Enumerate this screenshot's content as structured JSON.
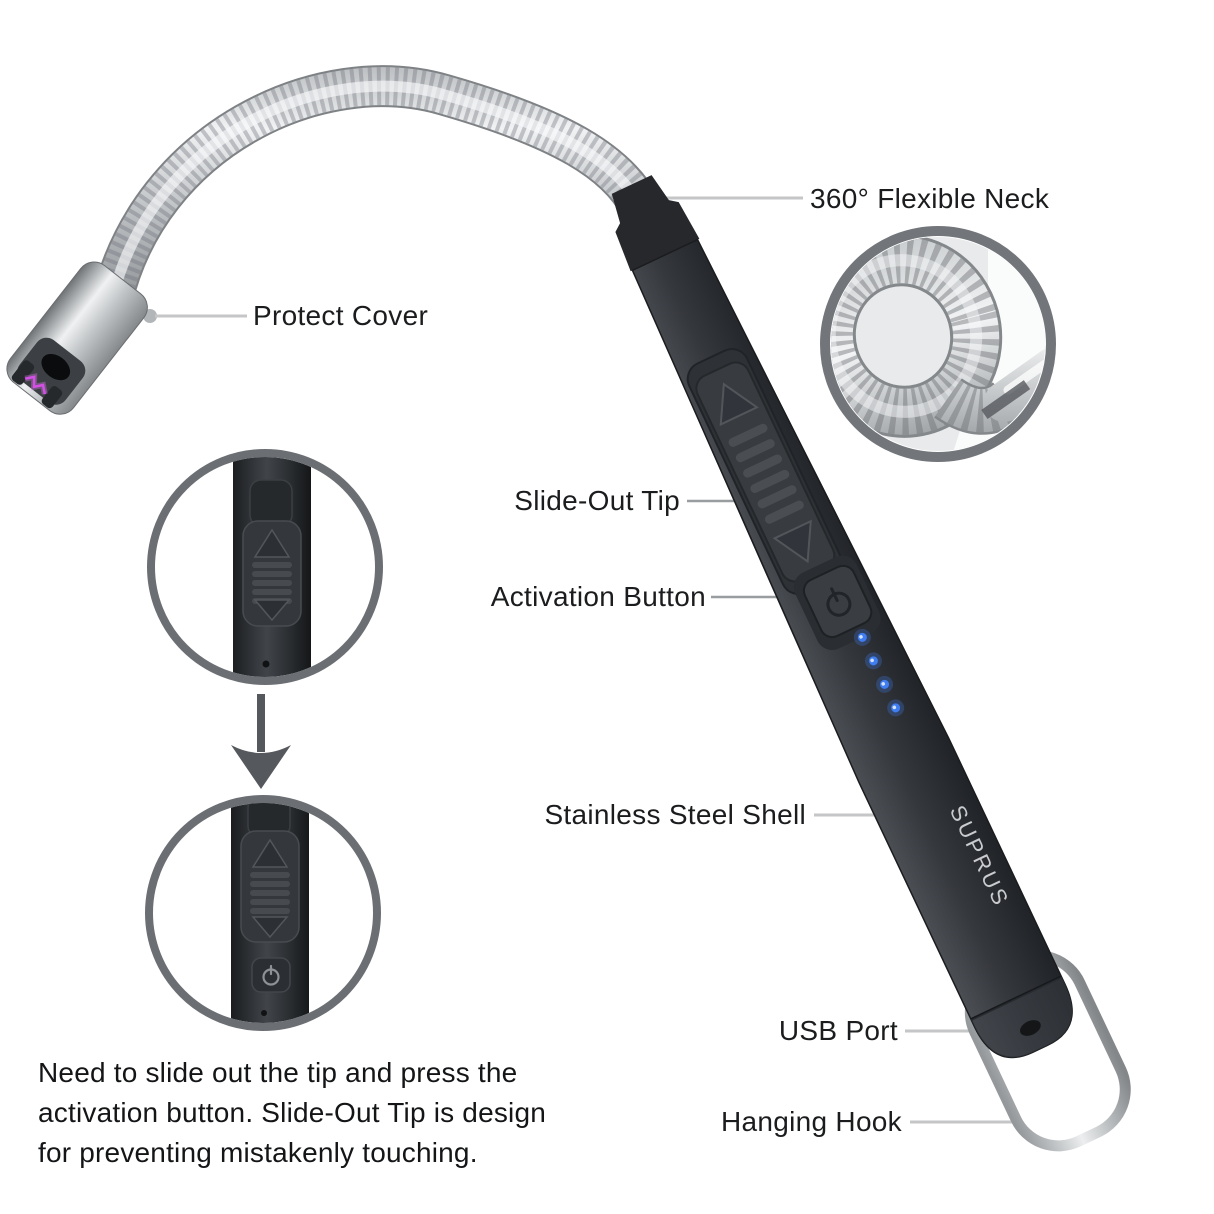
{
  "product": {
    "brand": "SUPRUS"
  },
  "annotations": {
    "flexible_neck": "360° Flexible Neck",
    "protect_cover": "Protect Cover",
    "slide_out_tip": "Slide-Out Tip",
    "activation_button": "Activation Button",
    "stainless_steel_shell": "Stainless Steel Shell",
    "usb_port": "USB Port",
    "hanging_hook": "Hanging Hook"
  },
  "footer": {
    "note_lines": [
      "Need to slide out the tip and press the",
      "activation button. Slide-Out Tip is design",
      "for preventing mistakenly touching."
    ]
  },
  "icons": {
    "activation_button": "power-icon",
    "slider_up": "triangle-up-icon",
    "slider_down": "triangle-down-icon",
    "step_transition": "arrow-down-icon"
  },
  "colors": {
    "label_text": "#1b1c1e",
    "leader_line": "#c4c6c7",
    "inset_ring": "#6f7376",
    "handle_body": "#2f3236",
    "neck_silver": "#d8dadb",
    "led_blue": "#3f7df0",
    "spark_purple": "#d44fe6"
  },
  "indicators": {
    "battery_led_count": 4
  }
}
